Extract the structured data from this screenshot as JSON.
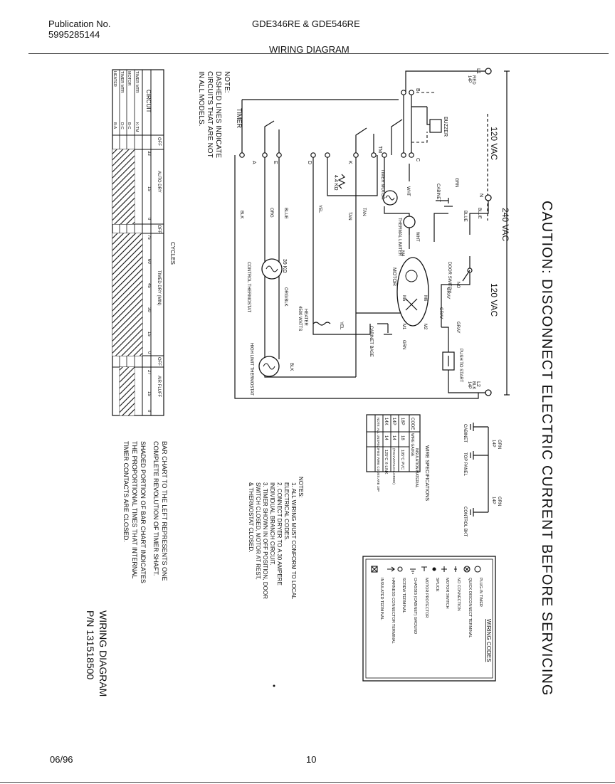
{
  "header": {
    "publication_label": "Publication No.",
    "publication_number": "5995285144",
    "model": "GDE346RE & GDE546RE",
    "title": "WIRING DIAGRAM"
  },
  "footer": {
    "date": "06/96",
    "page": "10"
  },
  "caution": "CAUTION: DISCONNECT ELECTRIC CURRENT BEFORE SERVICING",
  "note": {
    "line1": "NOTE:",
    "line2": "DASHED LINES INDICATE",
    "line3": "CIRCUITS THAT ARE NOT",
    "line4": "IN ALL MODELS."
  },
  "voltages": {
    "left": "120 VAC",
    "mid": "240 VAC",
    "right": "120 VAC"
  },
  "components": {
    "l1": "L1",
    "l1_red": "RED",
    "l1_14p": "14P",
    "l2": "L2",
    "l2_blk": "BLK",
    "l2_14p": "14P",
    "n": "N",
    "buzzer": "BUZZER",
    "timer": "TIMER",
    "timer_motor": "TIMER MOTOR",
    "thermal_limiter": "THERMAL LIMITER",
    "motor": "MOTOR",
    "door_switch": "DOOR SWITCH",
    "push_to_start": "PUSH TO START",
    "cabinet": "CABINET",
    "cabinet_base": "CABINET BASE",
    "control_thermostat": "CONTROL THERMOSTAT",
    "heater": "HEATER",
    "heater_watts": "4500 WATTS",
    "high_limit_thermostat": "HIGH LIMIT THERMOSTAT",
    "resistor": "4.4 KΩ",
    "resistor2": "39 KΩ",
    "top_panel": "TOP PANEL",
    "control_bkt": "CONTROL BKT",
    "grn": "GRN"
  },
  "wire_labels": {
    "blue": "BLUE",
    "wht": "WHT",
    "yel": "YEL",
    "blk": "BLK",
    "tan": "TAN",
    "gray": "GRAY",
    "org": "ORG",
    "org_blk": "ORG/BLK",
    "red": "RED",
    "g14p": "14P",
    "g18p": "18P"
  },
  "terminals": {
    "b": "B",
    "c": "C",
    "a": "A",
    "e": "E",
    "d": "D",
    "k": "K",
    "tm": "TM",
    "m1": "M1",
    "m2": "M2",
    "m4": "M4",
    "m5": "M5",
    "m6": "M6",
    "nc": "NO"
  },
  "wire_specs": {
    "title": "WIRE SPECIFICATIONS",
    "headers": [
      "CODE",
      "WIRE GAUGE",
      "INSULATION MATERIAL"
    ],
    "rows": [
      [
        "18P",
        "18",
        "105°C PVC"
      ],
      [
        "14P",
        "14",
        "(POLYVINYLCHLORIDE)"
      ],
      [
        "14X",
        "14",
        "125°C X-LINK"
      ]
    ],
    "note": "NOTE: ALL UNSPECIFIED WIRE CODES ARE 18P"
  },
  "notes": {
    "title": "NOTES:",
    "items": [
      "1. ALL WIRING MUST CONFORM TO LOCAL",
      "    ELECTRICAL CODES.",
      "2. CONNECT DRYER TO A 30 AMPERE",
      "    INDIVIDUAL BRANCH CIRCUIT.",
      "3. TIMER SHOWN IN OFF POSITION, DOOR",
      "    SWITCH CLOSED, MOTOR AT REST,",
      "    & THERMOSTAT CLOSED."
    ]
  },
  "bar_note": [
    "BAR CHART TO THE LEFT REPRESENTS ONE",
    "COMPLETE REVOLUTION OF TIMER SHAFT.",
    "SHADED PORTION OF BAR CHART INDICATES",
    "THE PROPORTIONAL TIMES THAT INTERNAL",
    "TIMER CONTACTS ARE CLOSED."
  ],
  "wiring_codes": {
    "title": "WIRING CODES",
    "items": [
      "PLUG-IN TIMER",
      "QUICK DISCONNECT TERMINAL",
      "NO CONNECTION",
      "MOTOR SWITCH",
      "SPLICE",
      "MOTOR PROTECTOR",
      "CHASSIS (CABINET) GROUND",
      "SCREW TERMINAL",
      "HARNESS CONNECTOR TERMINAL",
      "INSULATED TERMINAL"
    ]
  },
  "part_number": {
    "line1": "WIRING DIAGRAM",
    "line2": "P/N 131518500"
  },
  "cycle_chart": {
    "circuit_header": "CIRCUIT",
    "cycles_header": "CYCLES",
    "circuits": [
      "HEATER",
      "TIMER MTR",
      "MOTOR",
      "TIMER MTR"
    ],
    "circuit_contacts": [
      "B-A",
      "D-C",
      "B-C",
      "K-TM"
    ],
    "sections": [
      "OFF",
      "AUTO DRY",
      "OFF",
      "TIMED DRY (MIN)",
      "OFF",
      "AIR FLUFF"
    ],
    "ticks": [
      "33",
      "15",
      "0",
      "75",
      "60",
      "45",
      "30",
      "15",
      "0",
      "27",
      "15",
      "0"
    ]
  }
}
